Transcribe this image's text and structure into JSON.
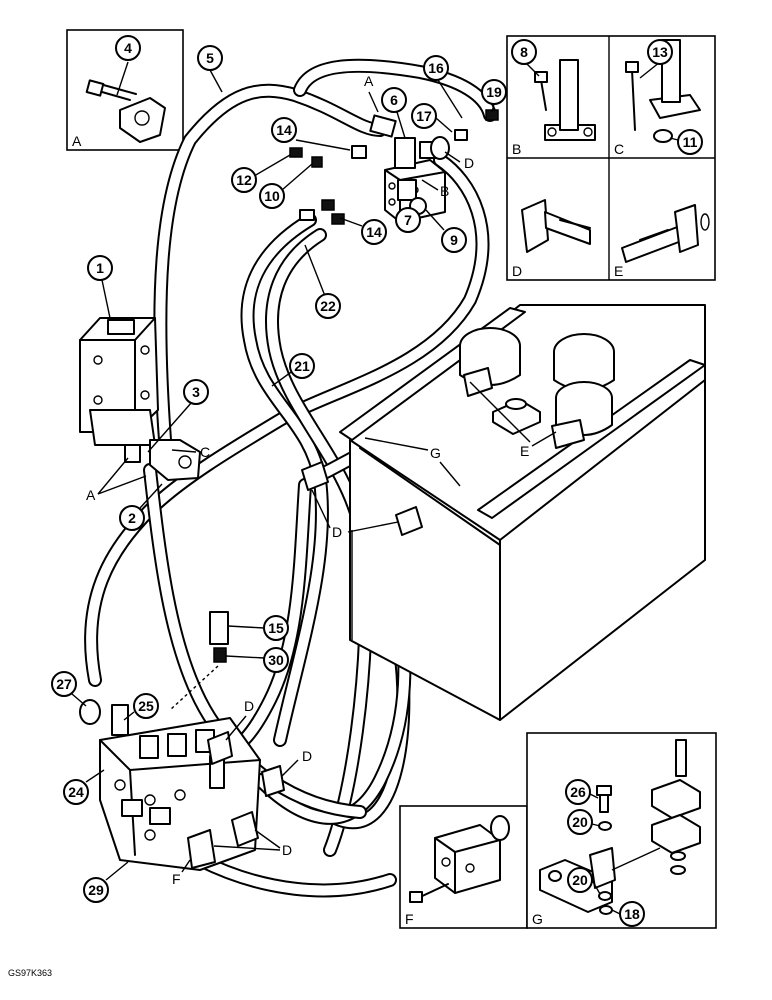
{
  "diagram_code": "GS97K363",
  "callouts": {
    "c1": "1",
    "c2": "2",
    "c3": "3",
    "c4": "4",
    "c5": "5",
    "c6": "6",
    "c7": "7",
    "c8": "8",
    "c9": "9",
    "c10": "10",
    "c11": "11",
    "c12": "12",
    "c13": "13",
    "c14a": "14",
    "c14b": "14",
    "c15": "15",
    "c16": "16",
    "c17": "17",
    "c18": "18",
    "c19": "19",
    "c20a": "20",
    "c20b": "20",
    "c21": "21",
    "c22": "22",
    "c24": "24",
    "c25": "25",
    "c26": "26",
    "c27": "27",
    "c29": "29",
    "c30": "30"
  },
  "letters": {
    "inset_a": "A",
    "inset_b": "B",
    "inset_c": "C",
    "inset_d": "D",
    "inset_e": "E",
    "inset_f": "F",
    "inset_g": "G",
    "a_top": "A",
    "b_valve": "B",
    "d_valve": "D",
    "a_unit": "A",
    "c_unit": "C",
    "g_tank": "G",
    "e_tank": "E",
    "d_tank": "D",
    "d_mid1": "D",
    "d_mid2": "D",
    "d_bottom": "D",
    "f_bottom": "F"
  }
}
